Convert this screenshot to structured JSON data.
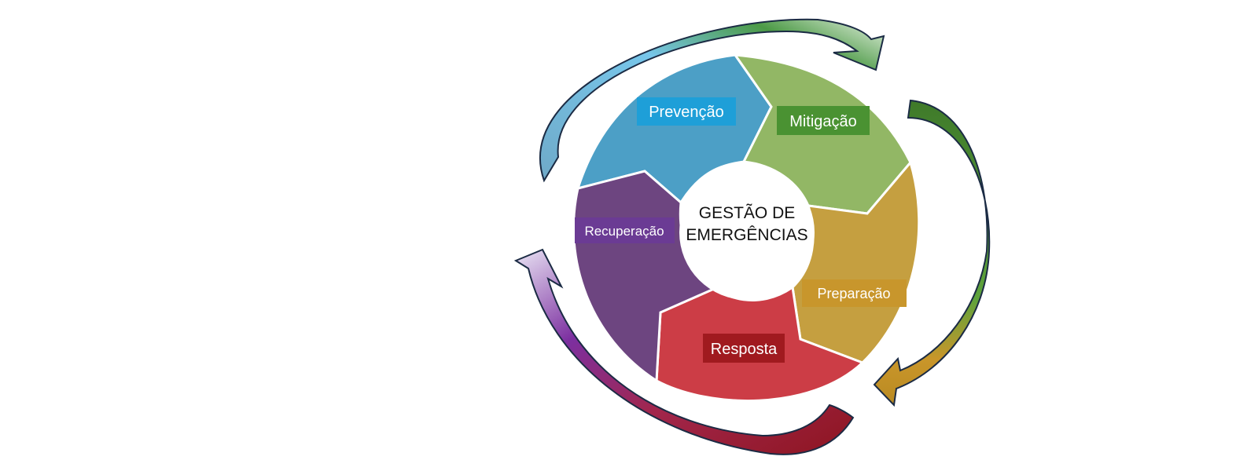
{
  "center": {
    "line1": "GESTÃO DE",
    "line2": "EMERGÊNCIAS"
  },
  "segments": [
    {
      "id": "prevencao",
      "label": "Prevenção",
      "color": "#4c9fc6",
      "label_bg": "#1e9fd8"
    },
    {
      "id": "mitigacao",
      "label": "Mitigação",
      "color": "#92b765",
      "label_bg": "#4a9232"
    },
    {
      "id": "preparacao",
      "label": "Preparação",
      "color": "#c59f40",
      "label_bg": "#c8962c"
    },
    {
      "id": "resposta",
      "label": "Resposta",
      "color": "#cc3d46",
      "label_bg": "#a01a1f"
    },
    {
      "id": "recuperacao",
      "label": "Recuperação",
      "color": "#6d4580",
      "label_bg": "#6b3b94"
    }
  ]
}
